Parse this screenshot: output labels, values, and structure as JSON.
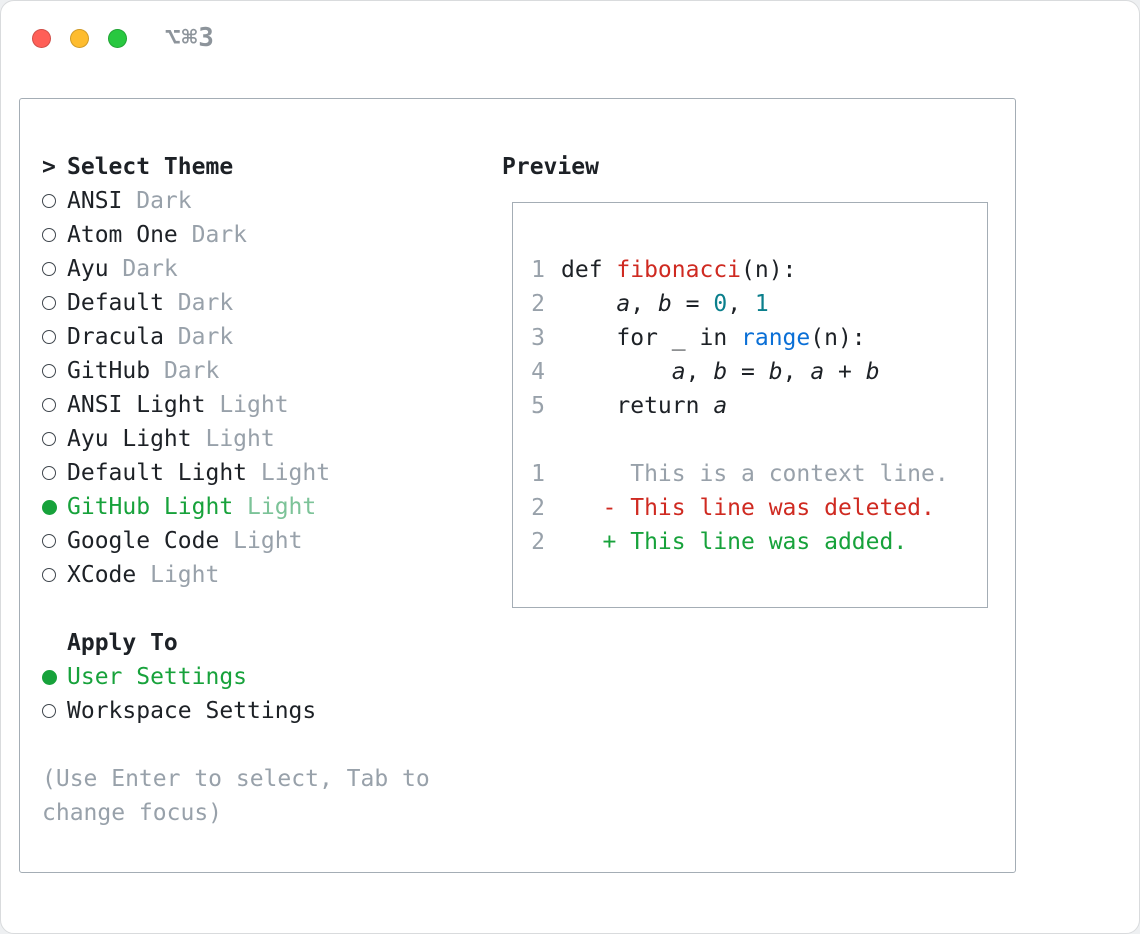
{
  "window": {
    "shortcut": "⌥⌘3"
  },
  "selector": {
    "prompt": ">",
    "title": "Select Theme",
    "items": [
      {
        "label": "ANSI",
        "variant": "Dark",
        "selected": false
      },
      {
        "label": "Atom One",
        "variant": "Dark",
        "selected": false
      },
      {
        "label": "Ayu",
        "variant": "Dark",
        "selected": false
      },
      {
        "label": "Default",
        "variant": "Dark",
        "selected": false
      },
      {
        "label": "Dracula",
        "variant": "Dark",
        "selected": false
      },
      {
        "label": "GitHub",
        "variant": "Dark",
        "selected": false
      },
      {
        "label": "ANSI Light",
        "variant": "Light",
        "selected": false
      },
      {
        "label": "Ayu Light",
        "variant": "Light",
        "selected": false
      },
      {
        "label": "Default Light",
        "variant": "Light",
        "selected": false
      },
      {
        "label": "GitHub Light",
        "variant": "Light",
        "selected": true
      },
      {
        "label": "Google Code",
        "variant": "Light",
        "selected": false
      },
      {
        "label": "XCode",
        "variant": "Light",
        "selected": false
      }
    ],
    "apply_to_title": "Apply To",
    "apply_options": [
      {
        "label": "User Settings",
        "selected": true
      },
      {
        "label": "Workspace Settings",
        "selected": false
      }
    ],
    "hint_lines": [
      "(Use Enter to select, Tab to",
      "change focus)"
    ]
  },
  "preview": {
    "title": "Preview",
    "lines": [
      {
        "num": "1",
        "tokens": [
          {
            "t": "def ",
            "c": "fg"
          },
          {
            "t": "fibonacci",
            "c": "red"
          },
          {
            "t": "(n):",
            "c": "fg"
          }
        ]
      },
      {
        "num": "2",
        "tokens": [
          {
            "t": "    ",
            "c": "fg"
          },
          {
            "t": "a",
            "c": "fg",
            "i": true
          },
          {
            "t": ", ",
            "c": "fg"
          },
          {
            "t": "b",
            "c": "fg",
            "i": true
          },
          {
            "t": " = ",
            "c": "fg"
          },
          {
            "t": "0",
            "c": "teal"
          },
          {
            "t": ", ",
            "c": "fg"
          },
          {
            "t": "1",
            "c": "teal"
          }
        ]
      },
      {
        "num": "3",
        "tokens": [
          {
            "t": "    for _ in ",
            "c": "fg"
          },
          {
            "t": "range",
            "c": "blue"
          },
          {
            "t": "(n):",
            "c": "fg"
          }
        ]
      },
      {
        "num": "4",
        "tokens": [
          {
            "t": "        ",
            "c": "fg"
          },
          {
            "t": "a",
            "c": "fg",
            "i": true
          },
          {
            "t": ", ",
            "c": "fg"
          },
          {
            "t": "b",
            "c": "fg",
            "i": true
          },
          {
            "t": " = ",
            "c": "fg"
          },
          {
            "t": "b",
            "c": "fg",
            "i": true
          },
          {
            "t": ", ",
            "c": "fg"
          },
          {
            "t": "a",
            "c": "fg",
            "i": true
          },
          {
            "t": " + ",
            "c": "fg"
          },
          {
            "t": "b",
            "c": "fg",
            "i": true
          }
        ]
      },
      {
        "num": "5",
        "tokens": [
          {
            "t": "    return ",
            "c": "fg"
          },
          {
            "t": "a",
            "c": "fg",
            "i": true
          }
        ]
      },
      {
        "num": "",
        "tokens": []
      },
      {
        "num": "1",
        "tokens": [
          {
            "t": "     This is a context line.",
            "c": "gray"
          }
        ]
      },
      {
        "num": "2",
        "tokens": [
          {
            "t": "   - This line was deleted.",
            "c": "red"
          }
        ]
      },
      {
        "num": "2",
        "tokens": [
          {
            "t": "   + This line was added.",
            "c": "green"
          }
        ]
      }
    ]
  },
  "colors": {
    "fg": "#1d2126",
    "gray": "#98a1aa",
    "green": "#17a23b",
    "green_dim": "#7cc398",
    "red": "#cf2a21",
    "blue": "#0a6fd6",
    "teal": "#0a7f8c",
    "panel_border": "#a4adb5",
    "radio": "#40474e",
    "traffic_red": "#ff5f57",
    "traffic_yellow": "#febc2e",
    "traffic_green": "#28c840",
    "shortcut_gray": "#8d949b"
  }
}
